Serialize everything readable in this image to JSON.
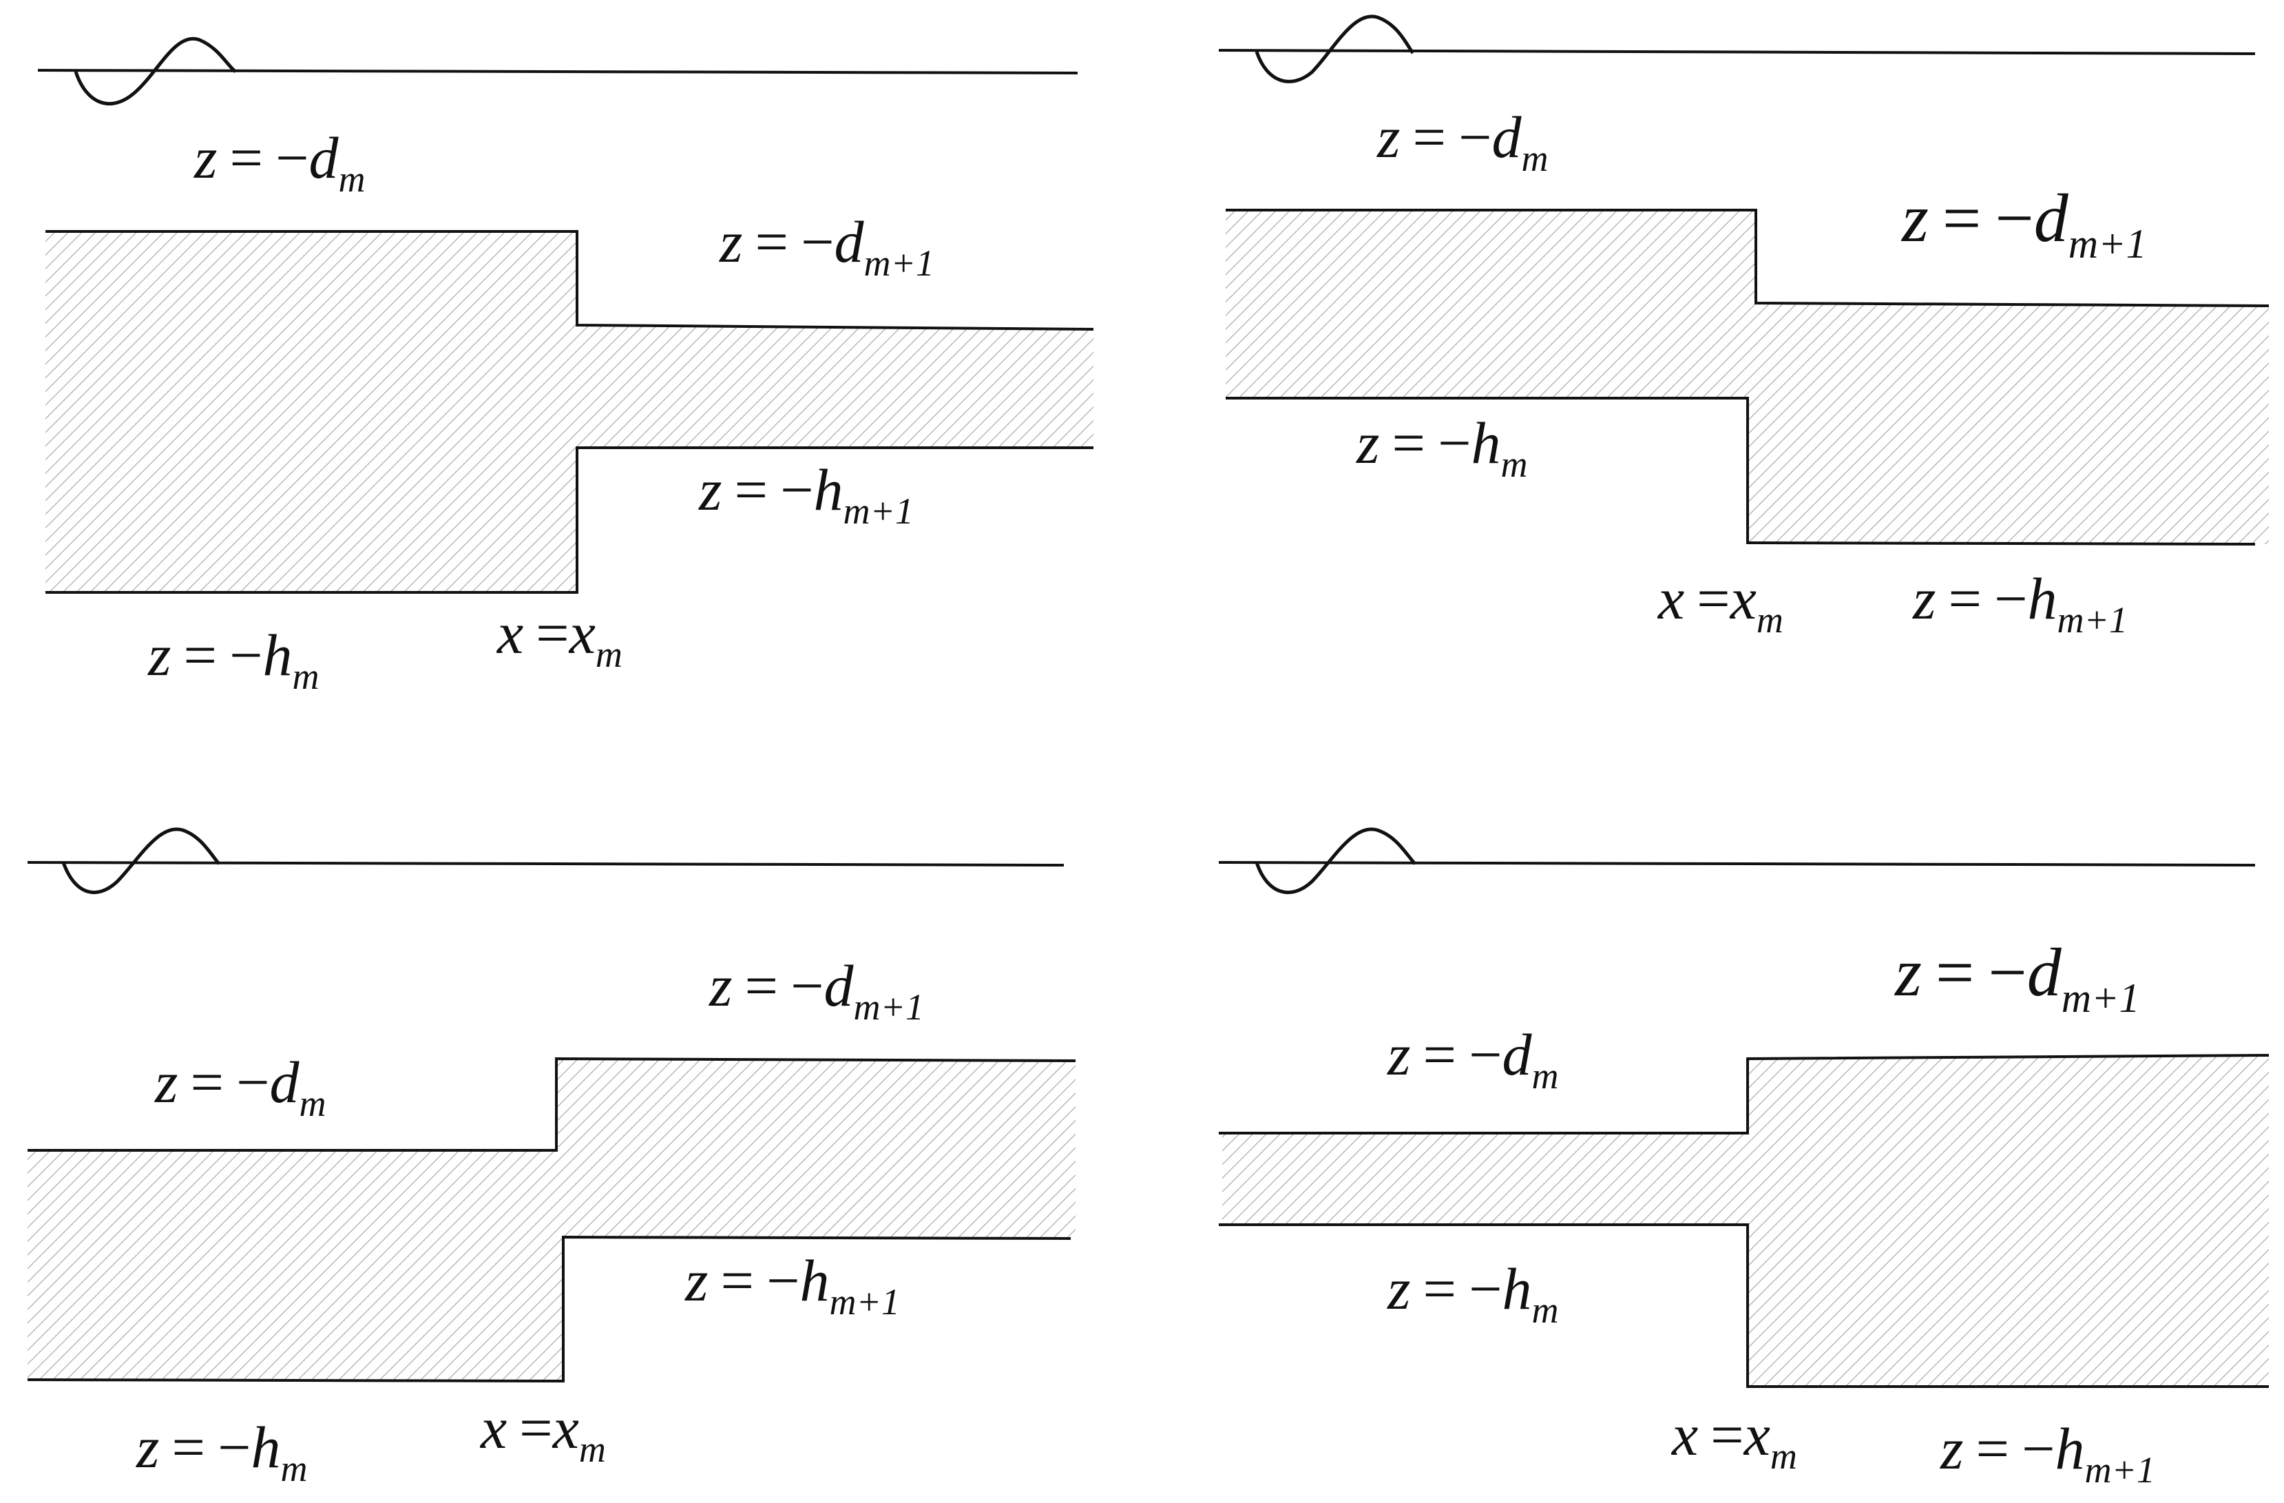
{
  "panels": [
    {
      "id": "panel-top-left",
      "labels": [
        {
          "key": "d_m",
          "lhs": "z",
          "eq": "=",
          "sign": "−",
          "sym": "d",
          "sub": "m"
        },
        {
          "key": "d_m1",
          "lhs": "z",
          "eq": "=",
          "sign": "−",
          "sym": "d",
          "sub": "m+1"
        },
        {
          "key": "h_m1",
          "lhs": "z",
          "eq": "=",
          "sign": "−",
          "sym": "h",
          "sub": "m+1"
        },
        {
          "key": "h_m",
          "lhs": "z",
          "eq": "=",
          "sign": "−",
          "sym": "h",
          "sub": "m"
        },
        {
          "key": "x_m",
          "lhs": "x",
          "eq": "=",
          "sign": "",
          "sym": "x",
          "sub": "m"
        }
      ]
    },
    {
      "id": "panel-top-right",
      "labels": [
        {
          "key": "d_m",
          "lhs": "z",
          "eq": "=",
          "sign": "−",
          "sym": "d",
          "sub": "m"
        },
        {
          "key": "d_m1",
          "lhs": "z",
          "eq": "=",
          "sign": "−",
          "sym": "d",
          "sub": "m+1"
        },
        {
          "key": "h_m",
          "lhs": "z",
          "eq": "=",
          "sign": "−",
          "sym": "h",
          "sub": "m"
        },
        {
          "key": "x_m",
          "lhs": "x",
          "eq": "=",
          "sign": "",
          "sym": "x",
          "sub": "m"
        },
        {
          "key": "h_m1",
          "lhs": "z",
          "eq": "=",
          "sign": "−",
          "sym": "h",
          "sub": "m+1"
        }
      ]
    },
    {
      "id": "panel-bottom-left",
      "labels": [
        {
          "key": "d_m1",
          "lhs": "z",
          "eq": "=",
          "sign": "−",
          "sym": "d",
          "sub": "m+1"
        },
        {
          "key": "d_m",
          "lhs": "z",
          "eq": "=",
          "sign": "−",
          "sym": "d",
          "sub": "m"
        },
        {
          "key": "h_m1",
          "lhs": "z",
          "eq": "=",
          "sign": "−",
          "sym": "h",
          "sub": "m+1"
        },
        {
          "key": "h_m",
          "lhs": "z",
          "eq": "=",
          "sign": "−",
          "sym": "h",
          "sub": "m"
        },
        {
          "key": "x_m",
          "lhs": "x",
          "eq": "=",
          "sign": "",
          "sym": "x",
          "sub": "m"
        }
      ]
    },
    {
      "id": "panel-bottom-right",
      "labels": [
        {
          "key": "d_m1",
          "lhs": "z",
          "eq": "=",
          "sign": "−",
          "sym": "d",
          "sub": "m+1"
        },
        {
          "key": "d_m",
          "lhs": "z",
          "eq": "=",
          "sign": "−",
          "sym": "d",
          "sub": "m"
        },
        {
          "key": "h_m",
          "lhs": "z",
          "eq": "=",
          "sign": "−",
          "sym": "h",
          "sub": "m"
        },
        {
          "key": "x_m",
          "lhs": "x",
          "eq": "=",
          "sign": "",
          "sym": "x",
          "sub": "m"
        },
        {
          "key": "h_m1",
          "lhs": "z",
          "eq": "=",
          "sign": "−",
          "sym": "h",
          "sub": "m+1"
        }
      ]
    }
  ],
  "colors": {
    "line": "#111111",
    "hatch": "#9a9a9a",
    "background": "#ffffff"
  }
}
